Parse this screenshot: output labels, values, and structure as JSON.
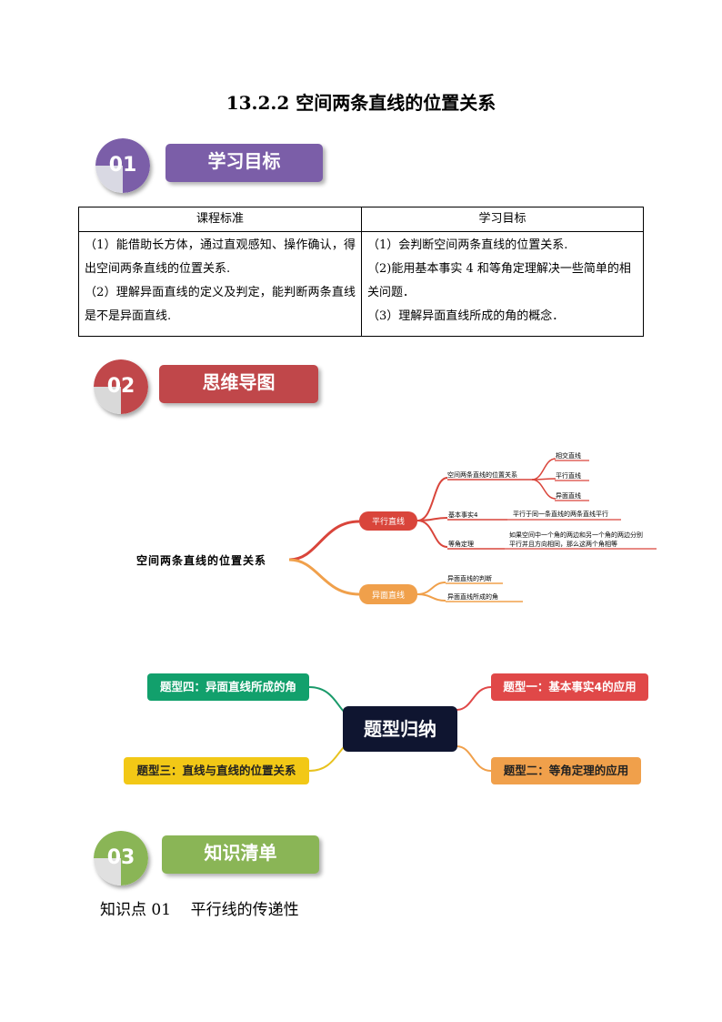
{
  "title": "13.2.2  空间两条直线的位置关系",
  "sections": [
    {
      "num": "01",
      "label": "学习目标",
      "color": "#7b5ea8"
    },
    {
      "num": "02",
      "label": "思维导图",
      "color": "#c0474a"
    },
    {
      "num": "03",
      "label": "知识清单",
      "color": "#8ab556"
    }
  ],
  "goals_table": {
    "headers": [
      "课程标准",
      "学习目标"
    ],
    "left": [
      "（1）能借助长方体，通过直观感知、操作确认，得出空间两条直线的位置关系.",
      "（2）理解异面直线的定义及判定，能判断两条直线是不是异面直线."
    ],
    "right": [
      "（1）会判断空间两条直线的位置关系.",
      "（2)能用基本事实 4 和等角定理解决一些简单的相关问题．",
      "（3）理解异面直线所成的角的概念．"
    ]
  },
  "mindmap": {
    "root": "空间两条直线的位置关系",
    "branch1": "平行直线",
    "branch2": "异面直线",
    "b1_children": [
      "空间两条直线的位置关系",
      "基本事实4",
      "等角定理"
    ],
    "relations": [
      "相交直线",
      "平行直线",
      "异面直线"
    ],
    "fact4": "平行于同一条直线的两条直线平行",
    "theorem_line1": "如果空间中一个角的两边和另一个角的两边分别",
    "theorem_line2": "平行并且方向相同，那么这两个角相等",
    "b2_children": [
      "异面直线的判断",
      "异面直线所成的角"
    ]
  },
  "types": {
    "center": "题型归纳",
    "t1": "题型一：基本事实4的应用",
    "t2": "题型二：等角定理的应用",
    "t3": "题型三：直线与直线的位置关系",
    "t4": "题型四：异面直线所成的角"
  },
  "knowledge_point": "知识点 01    平行线的传递性"
}
